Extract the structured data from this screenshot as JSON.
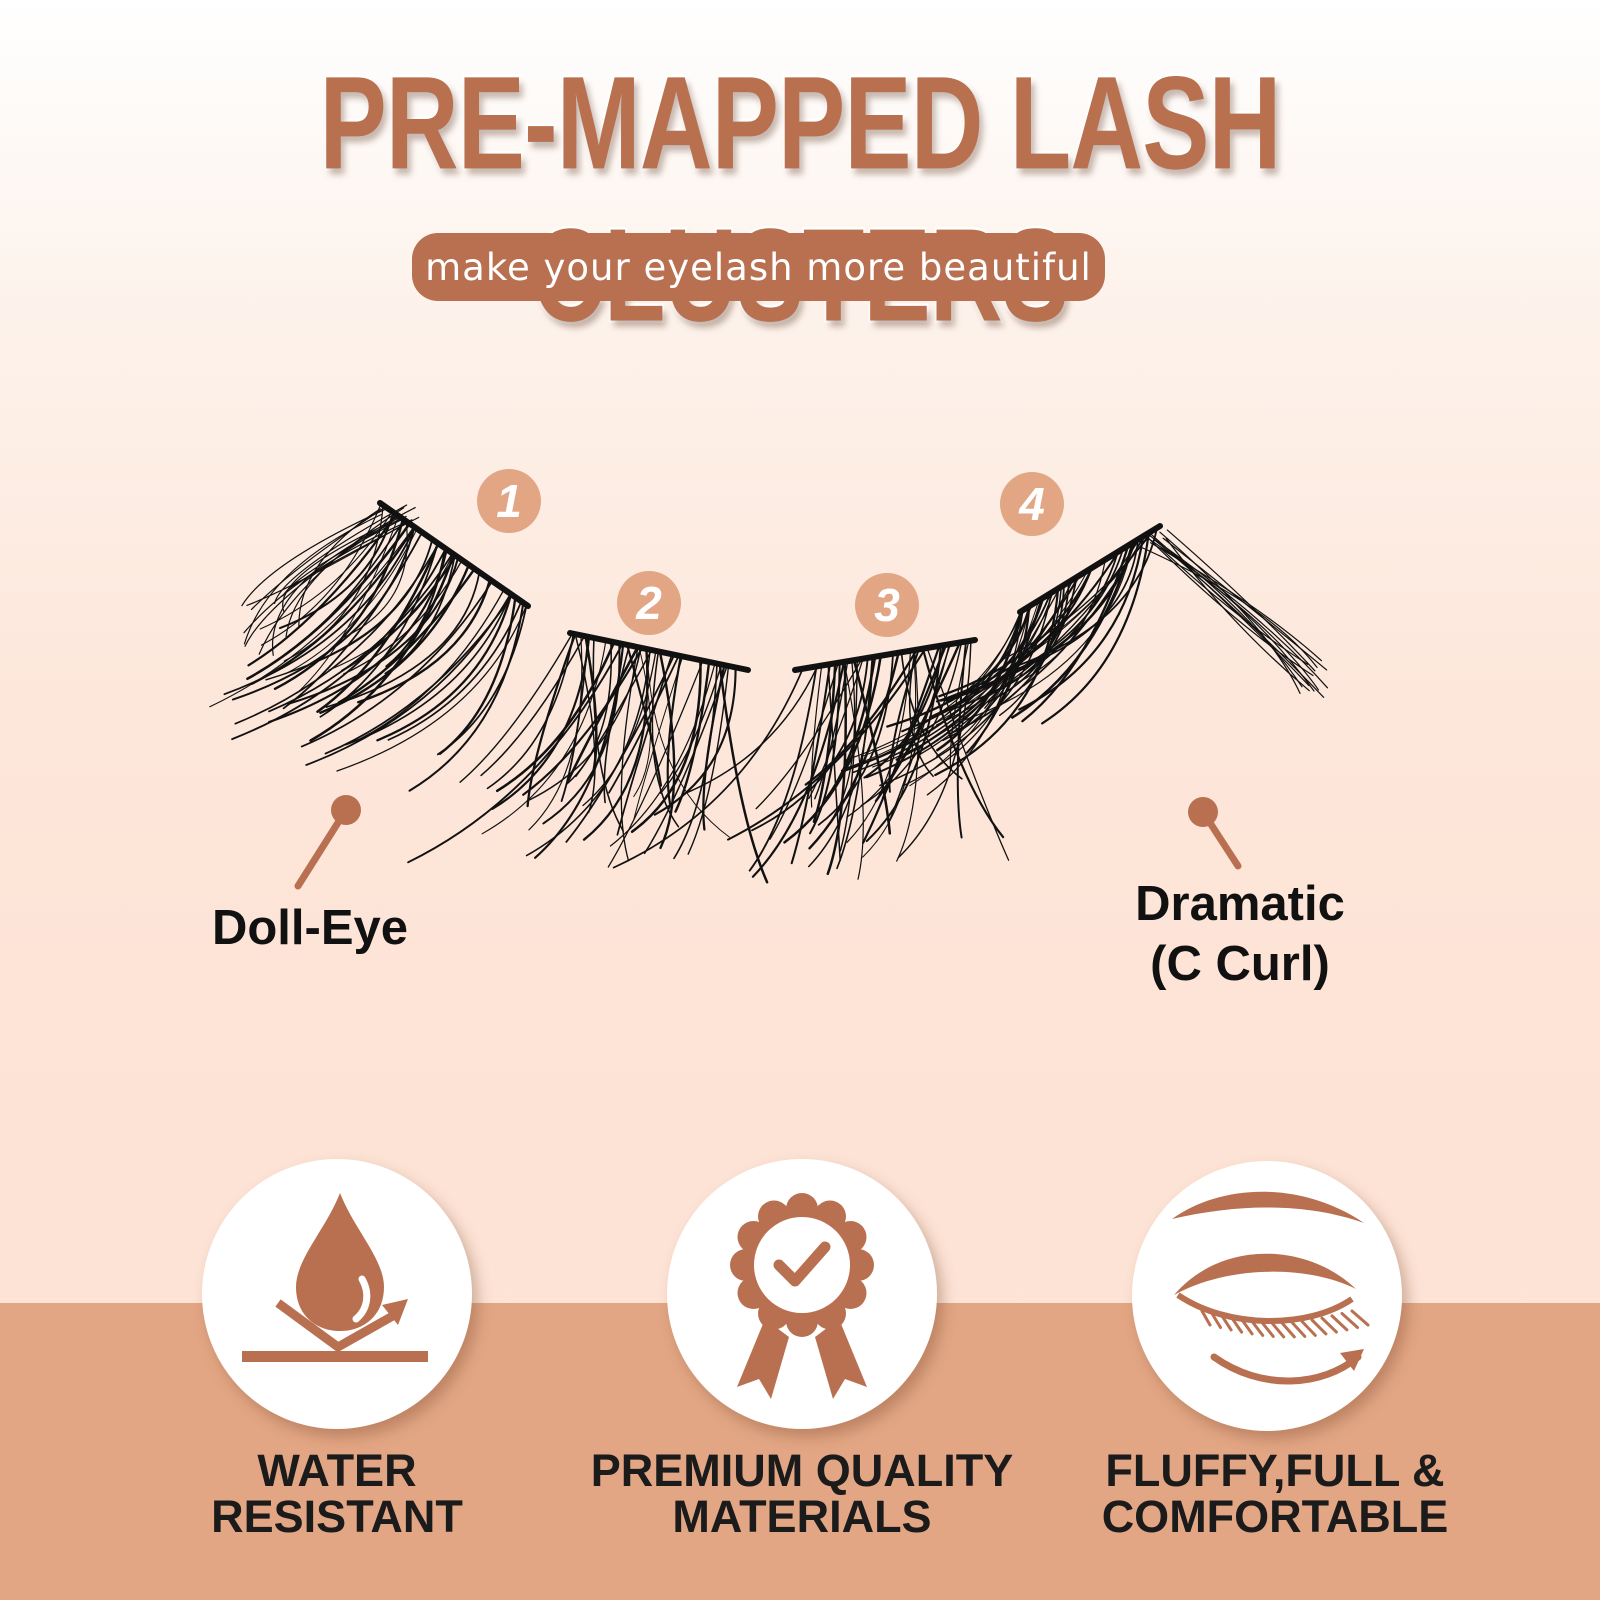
{
  "title": "PRE-MAPPED LASH CLUSTERS",
  "subtitle": "make your eyelash more beautiful",
  "markers": [
    "1",
    "2",
    "3",
    "4"
  ],
  "callouts": {
    "left": "Doll-Eye",
    "right_line1": "Dramatic",
    "right_line2": "(C Curl)"
  },
  "features": [
    {
      "icon": "water-drop-icon",
      "line1": "WATER",
      "line2": "RESISTANT"
    },
    {
      "icon": "award-ribbon-icon",
      "line1": "PREMIUM QUALITY",
      "line2": "MATERIALS"
    },
    {
      "icon": "eye-lash-icon",
      "line1": "FLUFFY,FULL &",
      "line2": "COMFORTABLE"
    }
  ],
  "colors": {
    "accent": "#b97050",
    "marker": "#e2a684",
    "band": "#e2a684",
    "text": "#111111"
  }
}
